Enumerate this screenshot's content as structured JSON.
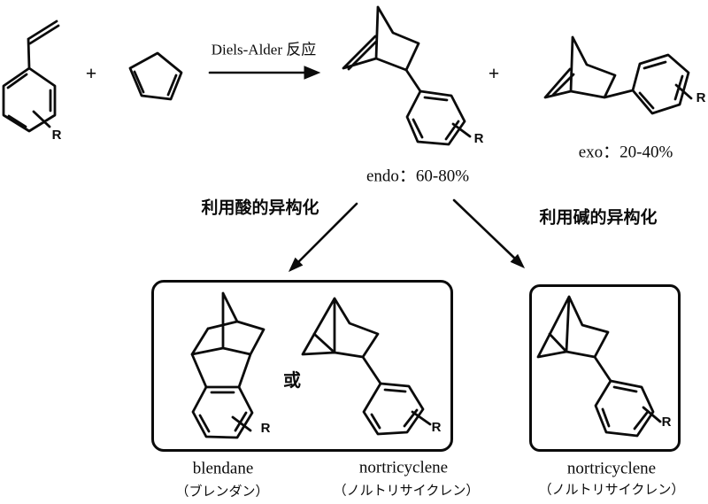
{
  "colors": {
    "ink": "#0b0b0b",
    "background": "#ffffff"
  },
  "scheme": {
    "arrow_label": "Diels-Alder 反应",
    "plus": "+",
    "r_group": "R",
    "endo_label": "endo：60-80%",
    "exo_label": "exo：20-40%",
    "acid_isomerization_label": "利用酸的异构化",
    "base_isomerization_label": "利用碱的异构化",
    "or_label": "或",
    "left_box": {
      "product1_name": "blendane",
      "product1_kana": "（ブレンダン）",
      "product2_name": "nortricyclene",
      "product2_kana": "（ノルトリサイクレン）"
    },
    "right_box": {
      "product_name": "nortricyclene",
      "product_kana": "（ノルトリサイクレン）"
    }
  }
}
